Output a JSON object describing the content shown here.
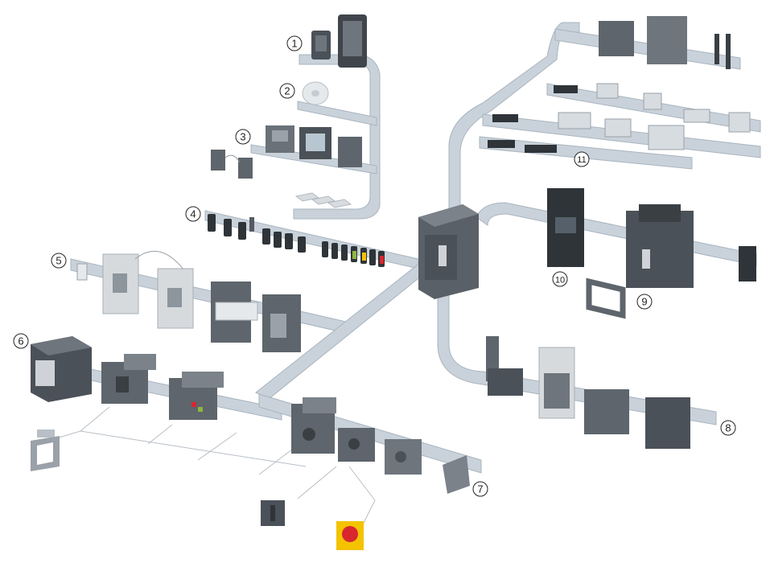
{
  "callouts": [
    {
      "label": "1"
    },
    {
      "label": "2"
    },
    {
      "label": "3"
    },
    {
      "label": "4"
    },
    {
      "label": "5"
    },
    {
      "label": "6"
    },
    {
      "label": "7"
    },
    {
      "label": "8"
    },
    {
      "label": "9"
    },
    {
      "label": "10"
    },
    {
      "label": "11"
    }
  ],
  "colors": {
    "rail": "#c9d2da",
    "rail_edge": "#a9b4bf",
    "device_dark": "#4b5158",
    "device_mid": "#6e757c",
    "device_light": "#cfd3d7",
    "accent_red": "#d8272f",
    "accent_yellow": "#f3c300",
    "accent_green": "#8fb640"
  }
}
